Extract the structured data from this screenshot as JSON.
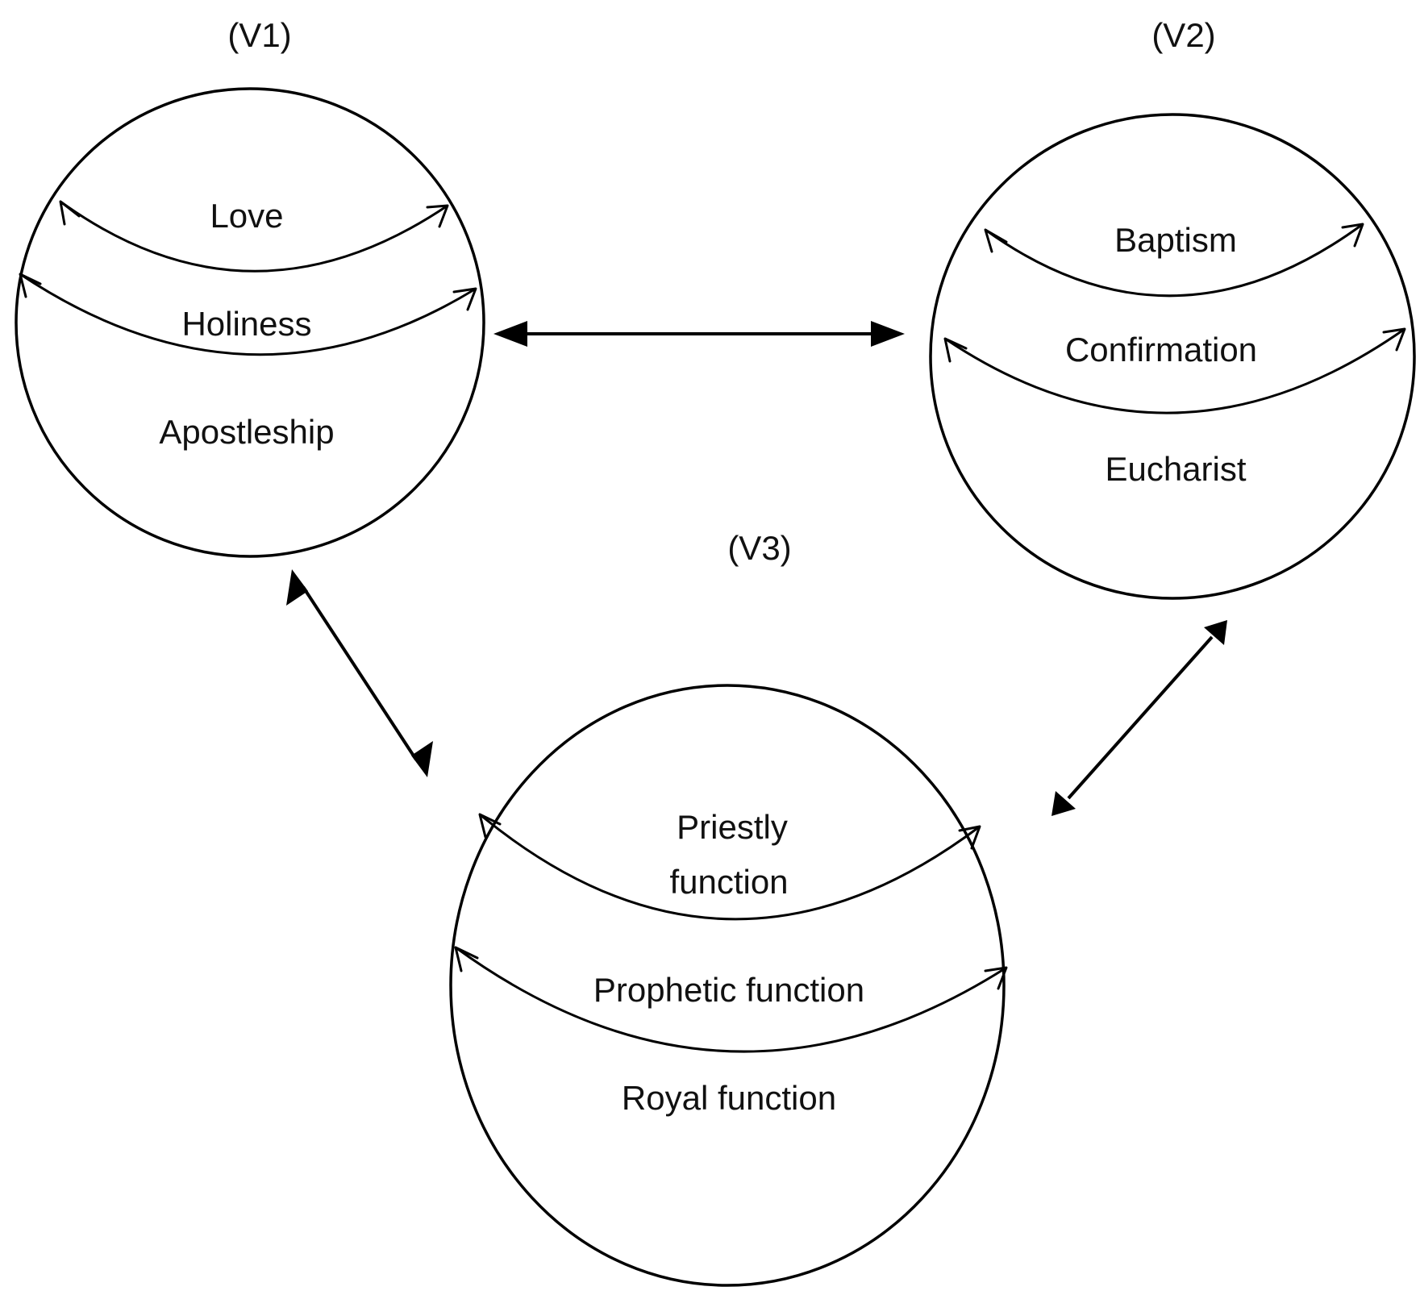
{
  "diagram": {
    "circles": {
      "v1": {
        "title": "(V1)",
        "labels": [
          "Love",
          "Holiness",
          "Apostleship"
        ]
      },
      "v2": {
        "title": "(V2)",
        "labels": [
          "Baptism",
          "Confirmation",
          "Eucharist"
        ]
      },
      "v3": {
        "title": "(V3)",
        "labels": [
          "Priestly",
          "function",
          "Prophetic function",
          "Royal function"
        ]
      }
    },
    "connectors": [
      {
        "from": "V1",
        "to": "V2",
        "type": "bidirectional"
      },
      {
        "from": "V1",
        "to": "V3",
        "type": "bidirectional"
      },
      {
        "from": "V2",
        "to": "V3",
        "type": "bidirectional"
      }
    ],
    "colors": {
      "stroke": "#000000",
      "text": "#111111",
      "background": "#ffffff"
    }
  }
}
